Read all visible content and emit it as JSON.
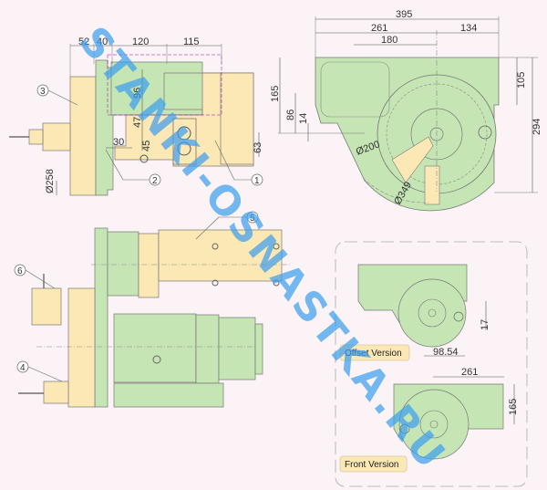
{
  "colors": {
    "background": "#fbf3f6",
    "green": "#c5e5b4",
    "yellow": "#fbe8b4",
    "line": "#555555",
    "watermark": "#3a9ef0"
  },
  "watermark": {
    "text": "STANKI-OSNASTKA.RU"
  },
  "side_view": {
    "top_dims": [
      "52",
      "40",
      "120",
      "115"
    ],
    "vertical_dims": [
      "96",
      "47",
      "45",
      "63"
    ],
    "horizontal_dim": "30",
    "diameter": "Ø258",
    "callouts": [
      "1",
      "2",
      "3"
    ]
  },
  "top_view": {
    "dims_h": [
      "395",
      "261",
      "134",
      "180"
    ],
    "dims_v_left": [
      "165",
      "86",
      "14"
    ],
    "dims_v_right": [
      "105",
      "294"
    ],
    "diameters": [
      "Ø200",
      "Ø349"
    ]
  },
  "front_view": {
    "callouts": [
      "4",
      "5",
      "6"
    ]
  },
  "versions_panel": {
    "offset": {
      "label": "Offset Version",
      "dims": [
        "17",
        "98.54"
      ]
    },
    "front": {
      "label": "Front Version",
      "dims": [
        "261",
        "165"
      ]
    }
  }
}
